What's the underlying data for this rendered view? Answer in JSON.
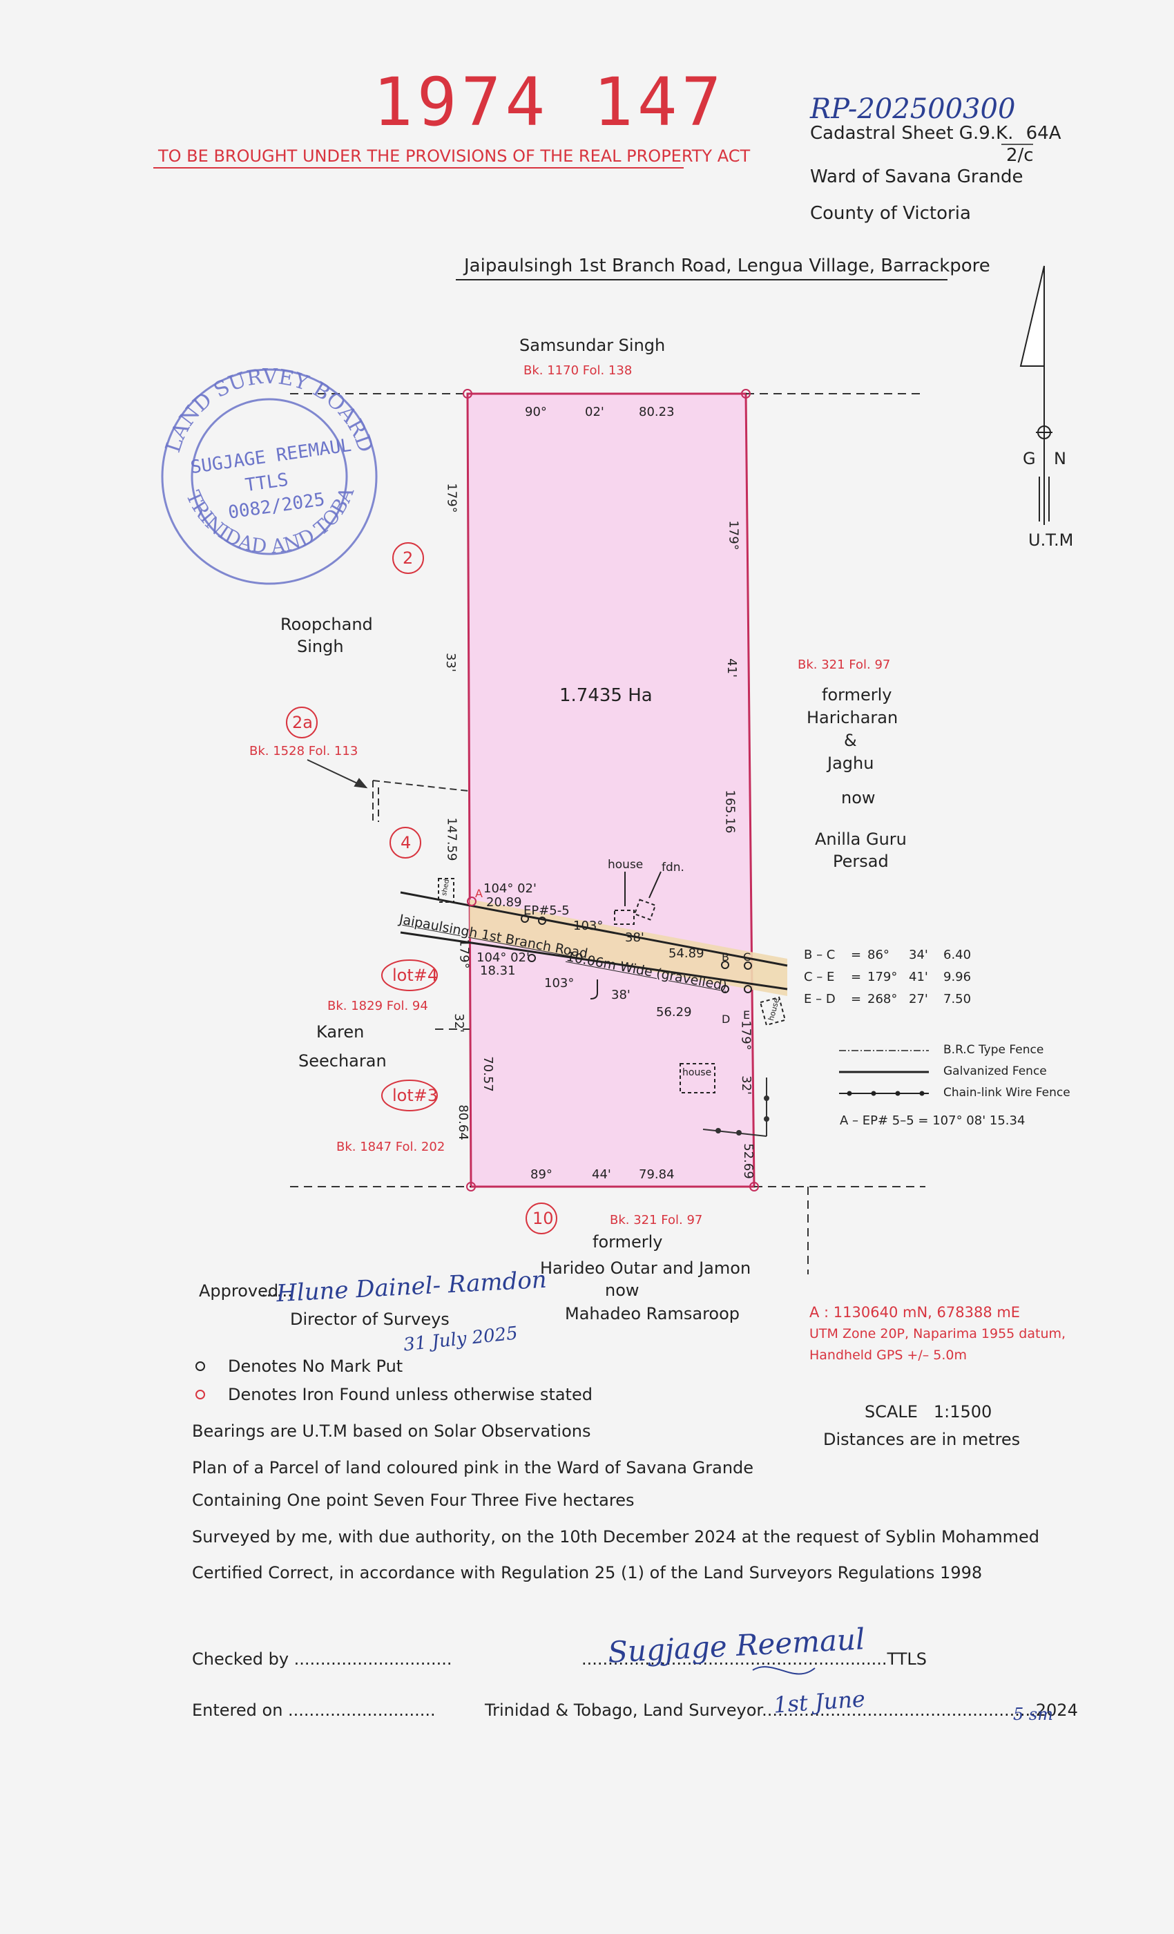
{
  "header": {
    "volume_number": "1974 147",
    "rpa_line": "TO BE BROUGHT UNDER THE PROVISIONS OF THE REAL PROPERTY ACT",
    "registry_ref_handwritten": "RP-202500300",
    "cadastral_sheet_prefix": "Cadastral Sheet G.9.K.",
    "cadastral_sheet_num": "64A",
    "cadastral_sheet_den": "2/c",
    "ward": "Ward of Savana Grande",
    "county": "County of Victoria",
    "location": "Jaipaulsingh 1st Branch Road, Lengua Village, Barrackpore"
  },
  "north_arrow": {
    "g": "G",
    "n": "N",
    "utm": "U.T.M"
  },
  "stamp": {
    "outer_top": "LAND SURVEY BOARD",
    "outer_bottom": "OF TRINIDAD AND TOBAGO",
    "name": "SUGJAGE REEMAUL",
    "title": "TTLS",
    "number": "0082/2025"
  },
  "parcel": {
    "area": "1.7435 Ha",
    "top_bearing_deg": "90°",
    "top_bearing_min": "02'",
    "top_distance": "80.23",
    "bottom_bearing_deg": "89°",
    "bottom_bearing_min": "44'",
    "bottom_distance": "79.84",
    "left_upper_deg": "179°",
    "left_upper_min": "33'",
    "left_upper_dist": "147.59",
    "left_lower_deg": "179°",
    "left_lower_min": "32'",
    "left_lower_dist_a": "70.57",
    "left_lower_dist_b": "80.64",
    "right_upper_deg": "179°",
    "right_upper_min": "41'",
    "right_upper_dist": "165.16",
    "right_lower_deg": "179°",
    "right_lower_min": "32'",
    "right_lower_dist": "52.69"
  },
  "road": {
    "name": "Jaipaulsingh 1st Branch Road",
    "width_note": "10.06m Wide (gravelled)",
    "ep_label": "EP#5-5",
    "north_bearing_a": "104° 02'",
    "north_dist_a": "20.89",
    "north_bearing_mid": "103°",
    "north_min_mid": "38'",
    "north_dist_b": "54.89",
    "south_bearing_a": "104° 02'",
    "south_dist_a": "18.31",
    "south_bearing_mid": "103°",
    "south_min_mid": "38'",
    "south_dist_b": "56.29",
    "point_a": "A",
    "point_b": "B",
    "point_c": "C",
    "point_d": "D",
    "point_e": "E"
  },
  "features": {
    "house_label": "house",
    "fdn_label": "fdn.",
    "shed_label": "shed"
  },
  "neighbours": {
    "north_name": "Samsundar Singh",
    "north_ref": "Bk. 1170 Fol. 138",
    "lot2": "2",
    "west_upper_name_1": "Roopchand",
    "west_upper_name_2": "Singh",
    "lot2a": "2a",
    "lot2a_ref": "Bk. 1528 Fol. 113",
    "lot4": "4",
    "lot_4_hash": "lot#4",
    "lot4_ref": "Bk. 1829 Fol. 94",
    "west_lower_name_1": "Karen",
    "west_lower_name_2": "Seecharan",
    "lot_3_hash": "lot#3",
    "lot3_ref": "Bk. 1847 Fol. 202",
    "east_ref": "Bk. 321 Fol. 97",
    "east_1": "formerly",
    "east_2": "Haricharan",
    "east_3": "&",
    "east_4": "Jaghu",
    "east_5": "now",
    "east_6": "Anilla Guru",
    "east_7": "Persad",
    "lot10": "10",
    "south_ref": "Bk. 321 Fol. 97",
    "south_1": "formerly",
    "south_2": "Harideo Outar and Jamon",
    "south_3": "now",
    "south_4": "Mahadeo Ramsaroop"
  },
  "bearings_table": [
    {
      "pair": "B – C",
      "eq": "=",
      "deg": "86°",
      "min": "34'",
      "dist": "6.40"
    },
    {
      "pair": "C – E",
      "eq": "=",
      "deg": "179°",
      "min": "41'",
      "dist": "9.96"
    },
    {
      "pair": "E – D",
      "eq": "=",
      "deg": "268°",
      "min": "27'",
      "dist": "7.50"
    }
  ],
  "legend": {
    "brc": "B.R.C Type Fence",
    "galvanized": "Galvanized Fence",
    "chainlink": "Chain-link Wire Fence",
    "a_ep": "A – EP# 5–5 = 107°  08'  15.34"
  },
  "coords": {
    "line1": "A : 1130640 mN, 678388 mE",
    "line2": "UTM Zone 20P, Naparima 1955 datum,",
    "line3": "Handheld GPS +/– 5.0m"
  },
  "approval": {
    "approved_label": "Approved",
    "director": "Director of Surveys",
    "signature": "Hlune Dainel- Ramdon",
    "date_handwritten": "31 July 2025"
  },
  "notes": {
    "no_mark": "Denotes No Mark Put",
    "iron_found": "Denotes Iron Found unless otherwise stated",
    "bearings": "Bearings are U.T.M based on Solar Observations",
    "plan": "Plan of a Parcel of land coloured pink in the Ward of Savana Grande",
    "containing": "Containing One point Seven Four Three Five hectares",
    "surveyed": "Surveyed by me, with due authority, on the 10th December 2024 at the request of Syblin Mohammed",
    "certified": "Certified Correct, in accordance with Regulation 25 (1) of the Land Surveyors Regulations 1998",
    "scale": "SCALE   1:1500",
    "distances": "Distances are in metres"
  },
  "footer": {
    "checked_by": "Checked by ..............................",
    "entered_on": "Entered on ............................",
    "surveyor_sig": "Sugjage Reemaul",
    "ttls_line": "..........................................................TTLS",
    "tt_line": "Trinidad & Tobago, Land Surveyor....................................................2024",
    "date_hand": "1st June",
    "year_fix": "5 sm"
  },
  "colors": {
    "red_ink": "#d8343f",
    "parcel_pink": "#f7d6ee",
    "blue_ink": "#2b3f93",
    "road_tan": "#f0d9b0"
  }
}
